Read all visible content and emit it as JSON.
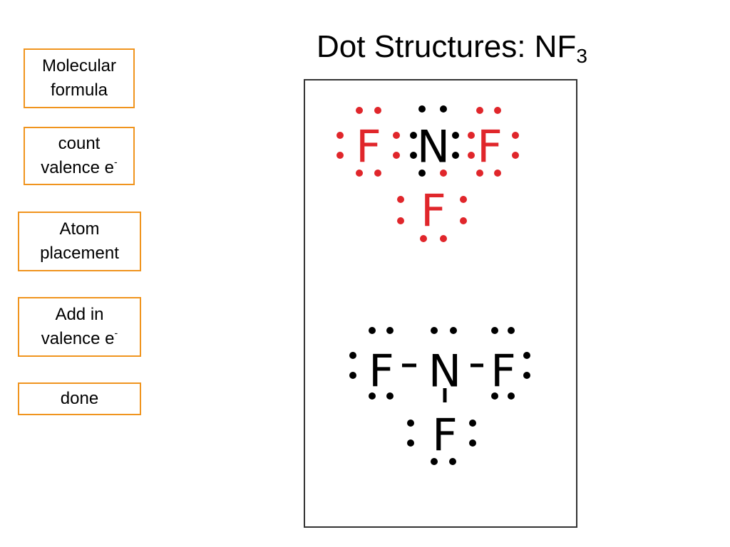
{
  "title": {
    "text": "Dot Structures: NF",
    "subscript": "3"
  },
  "steps": [
    {
      "lines": [
        "Molecular",
        "formula"
      ]
    },
    {
      "lines": [
        "count",
        "valence e"
      ],
      "superscript": "-"
    },
    {
      "lines": [
        "Atom",
        "placement"
      ]
    },
    {
      "lines": [
        "Add in",
        "valence e"
      ],
      "superscript": "-"
    },
    {
      "lines": [
        "done"
      ]
    }
  ],
  "structures": {
    "dots_only": {
      "atoms": {
        "left": "F",
        "center": "N",
        "right": "F",
        "bottom": "F"
      },
      "fluorine_color": "#e0262b",
      "nitrogen_color": "#000000"
    },
    "with_bonds": {
      "atoms": {
        "left": "F",
        "center": "N",
        "right": "F",
        "bottom": "F"
      },
      "color": "#000000"
    }
  },
  "colors": {
    "box_border": "#f0941e",
    "frame_border": "#333333",
    "red": "#e0262b",
    "black": "#000000"
  }
}
